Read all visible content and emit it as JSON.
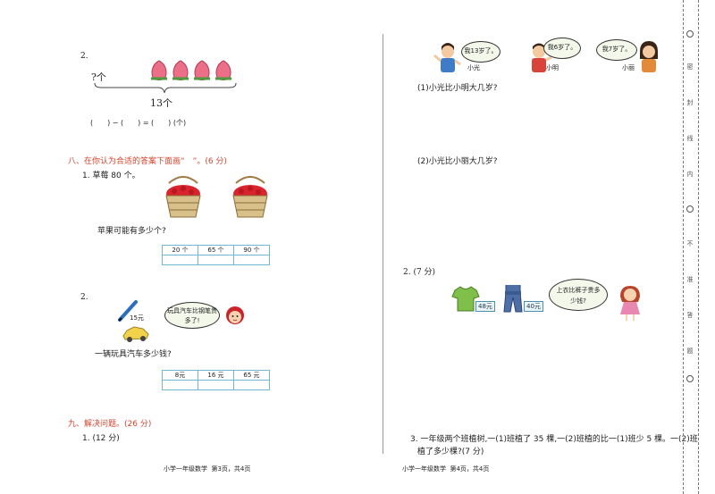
{
  "left": {
    "q2_top": {
      "number": "2.",
      "unknown_label": "?个",
      "total_label": "13个",
      "equation": "(　　) − (　　) = (　　) (个)"
    },
    "section8": {
      "heading": "八、在你认为合适的答案下面画“　”。(6 分)",
      "q1": {
        "label": "1. 草莓 80 个。",
        "question": "苹果可能有多少个?",
        "options": [
          "20 个",
          "65 个",
          "90 个"
        ]
      },
      "q2": {
        "number": "2.",
        "pen_price": "15元",
        "bubble": "玩具汽车比钢笔贵多了!",
        "question": "一辆玩具汽车多少钱?",
        "options": [
          "8元",
          "16 元",
          "65 元"
        ]
      }
    },
    "section9": {
      "heading": "九、解决问题。(26 分)",
      "q1": "1. (12 分)"
    },
    "footer": "小学一年级数学  第3页，共4页"
  },
  "right": {
    "kids": [
      {
        "bubble": "我13岁了。",
        "name": "小光"
      },
      {
        "bubble": "我6岁了。",
        "name": "小明"
      },
      {
        "bubble": "我7岁了。",
        "name": "小丽"
      }
    ],
    "q1a": "(1)小光比小明大几岁?",
    "q1b": "(2)小光比小丽大几岁?",
    "q2": {
      "label": "2. (7 分)",
      "shirt_price": "48元",
      "pants_price": "40元",
      "bubble": "上衣比裤子贵多少钱?"
    },
    "q3_line1": "3. 一年级两个班植树,一(1)班植了 35 棵,一(2)班植的比一(1)班少 5 棵。一(2)班",
    "q3_line2": "植了多少棵?(7 分)",
    "footer": "小学一年级数学  第4页，共4页"
  },
  "binding": [
    "密",
    "封",
    "线",
    "内",
    "不",
    "准",
    "答",
    "题"
  ]
}
